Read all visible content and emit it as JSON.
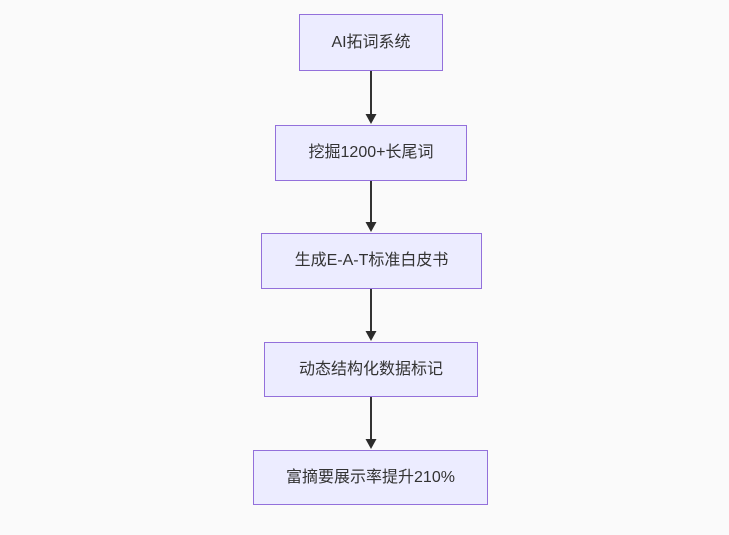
{
  "diagram": {
    "type": "flowchart",
    "direction": "top-down",
    "nodes": [
      {
        "id": "A",
        "label": "AI拓词系统"
      },
      {
        "id": "B",
        "label": "挖掘1200+长尾词"
      },
      {
        "id": "C",
        "label": "生成E-A-T标准白皮书"
      },
      {
        "id": "D",
        "label": "动态结构化数据标记"
      },
      {
        "id": "E",
        "label": "富摘要展示率提升210%"
      }
    ],
    "edges": [
      {
        "from": "A",
        "to": "B"
      },
      {
        "from": "B",
        "to": "C"
      },
      {
        "from": "C",
        "to": "D"
      },
      {
        "from": "D",
        "to": "E"
      }
    ],
    "colors": {
      "node_fill": "#ECECFF",
      "node_border": "#9370DB",
      "text": "#333333",
      "arrow": "#333333",
      "background": "#fafafa"
    }
  }
}
